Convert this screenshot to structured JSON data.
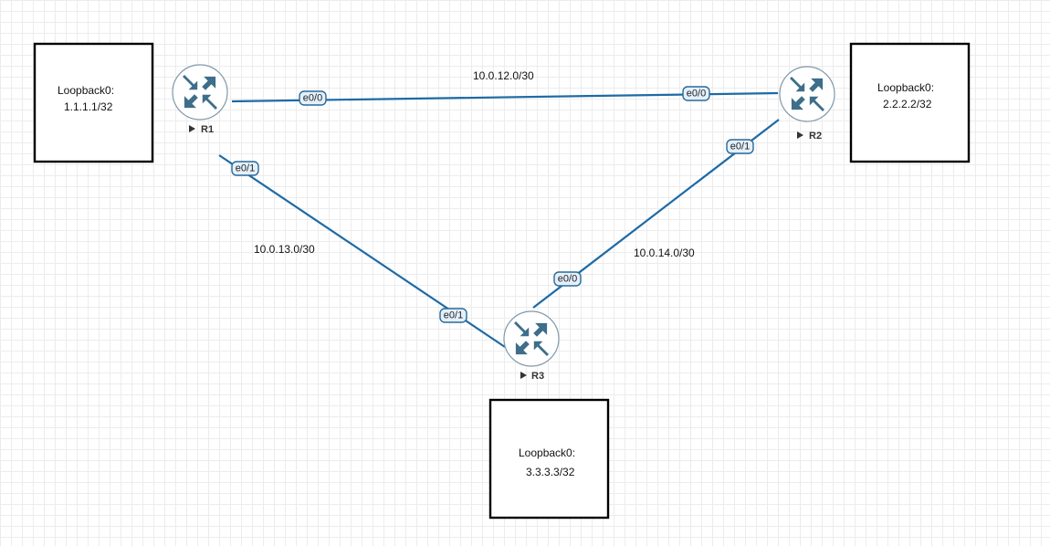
{
  "routers": [
    {
      "id": "R1",
      "label": "R1"
    },
    {
      "id": "R2",
      "label": "R2"
    },
    {
      "id": "R3",
      "label": "R3"
    }
  ],
  "loopbacks": [
    {
      "router": "R1",
      "line1": "Loopback0:",
      "line2": "1.1.1.1/32"
    },
    {
      "router": "R2",
      "line1": "Loopback0:",
      "line2": "2.2.2.2/32"
    },
    {
      "router": "R3",
      "line1": "Loopback0:",
      "line2": "3.3.3.3/32"
    }
  ],
  "links": [
    {
      "id": "r1-r2",
      "subnet": "10.0.12.0/30",
      "a_port": "e0/0",
      "b_port": "e0/0"
    },
    {
      "id": "r1-r3",
      "subnet": "10.0.13.0/30",
      "a_port": "e0/1",
      "b_port": "e0/1"
    },
    {
      "id": "r2-r3",
      "subnet": "10.0.14.0/30",
      "a_port": "e0/1",
      "b_port": "e0/0"
    }
  ],
  "colors": {
    "link": "#1d6aa5",
    "port_fill": "#e3f0fb",
    "router_icon": "#3d6e8a",
    "grid": "#ececec"
  }
}
